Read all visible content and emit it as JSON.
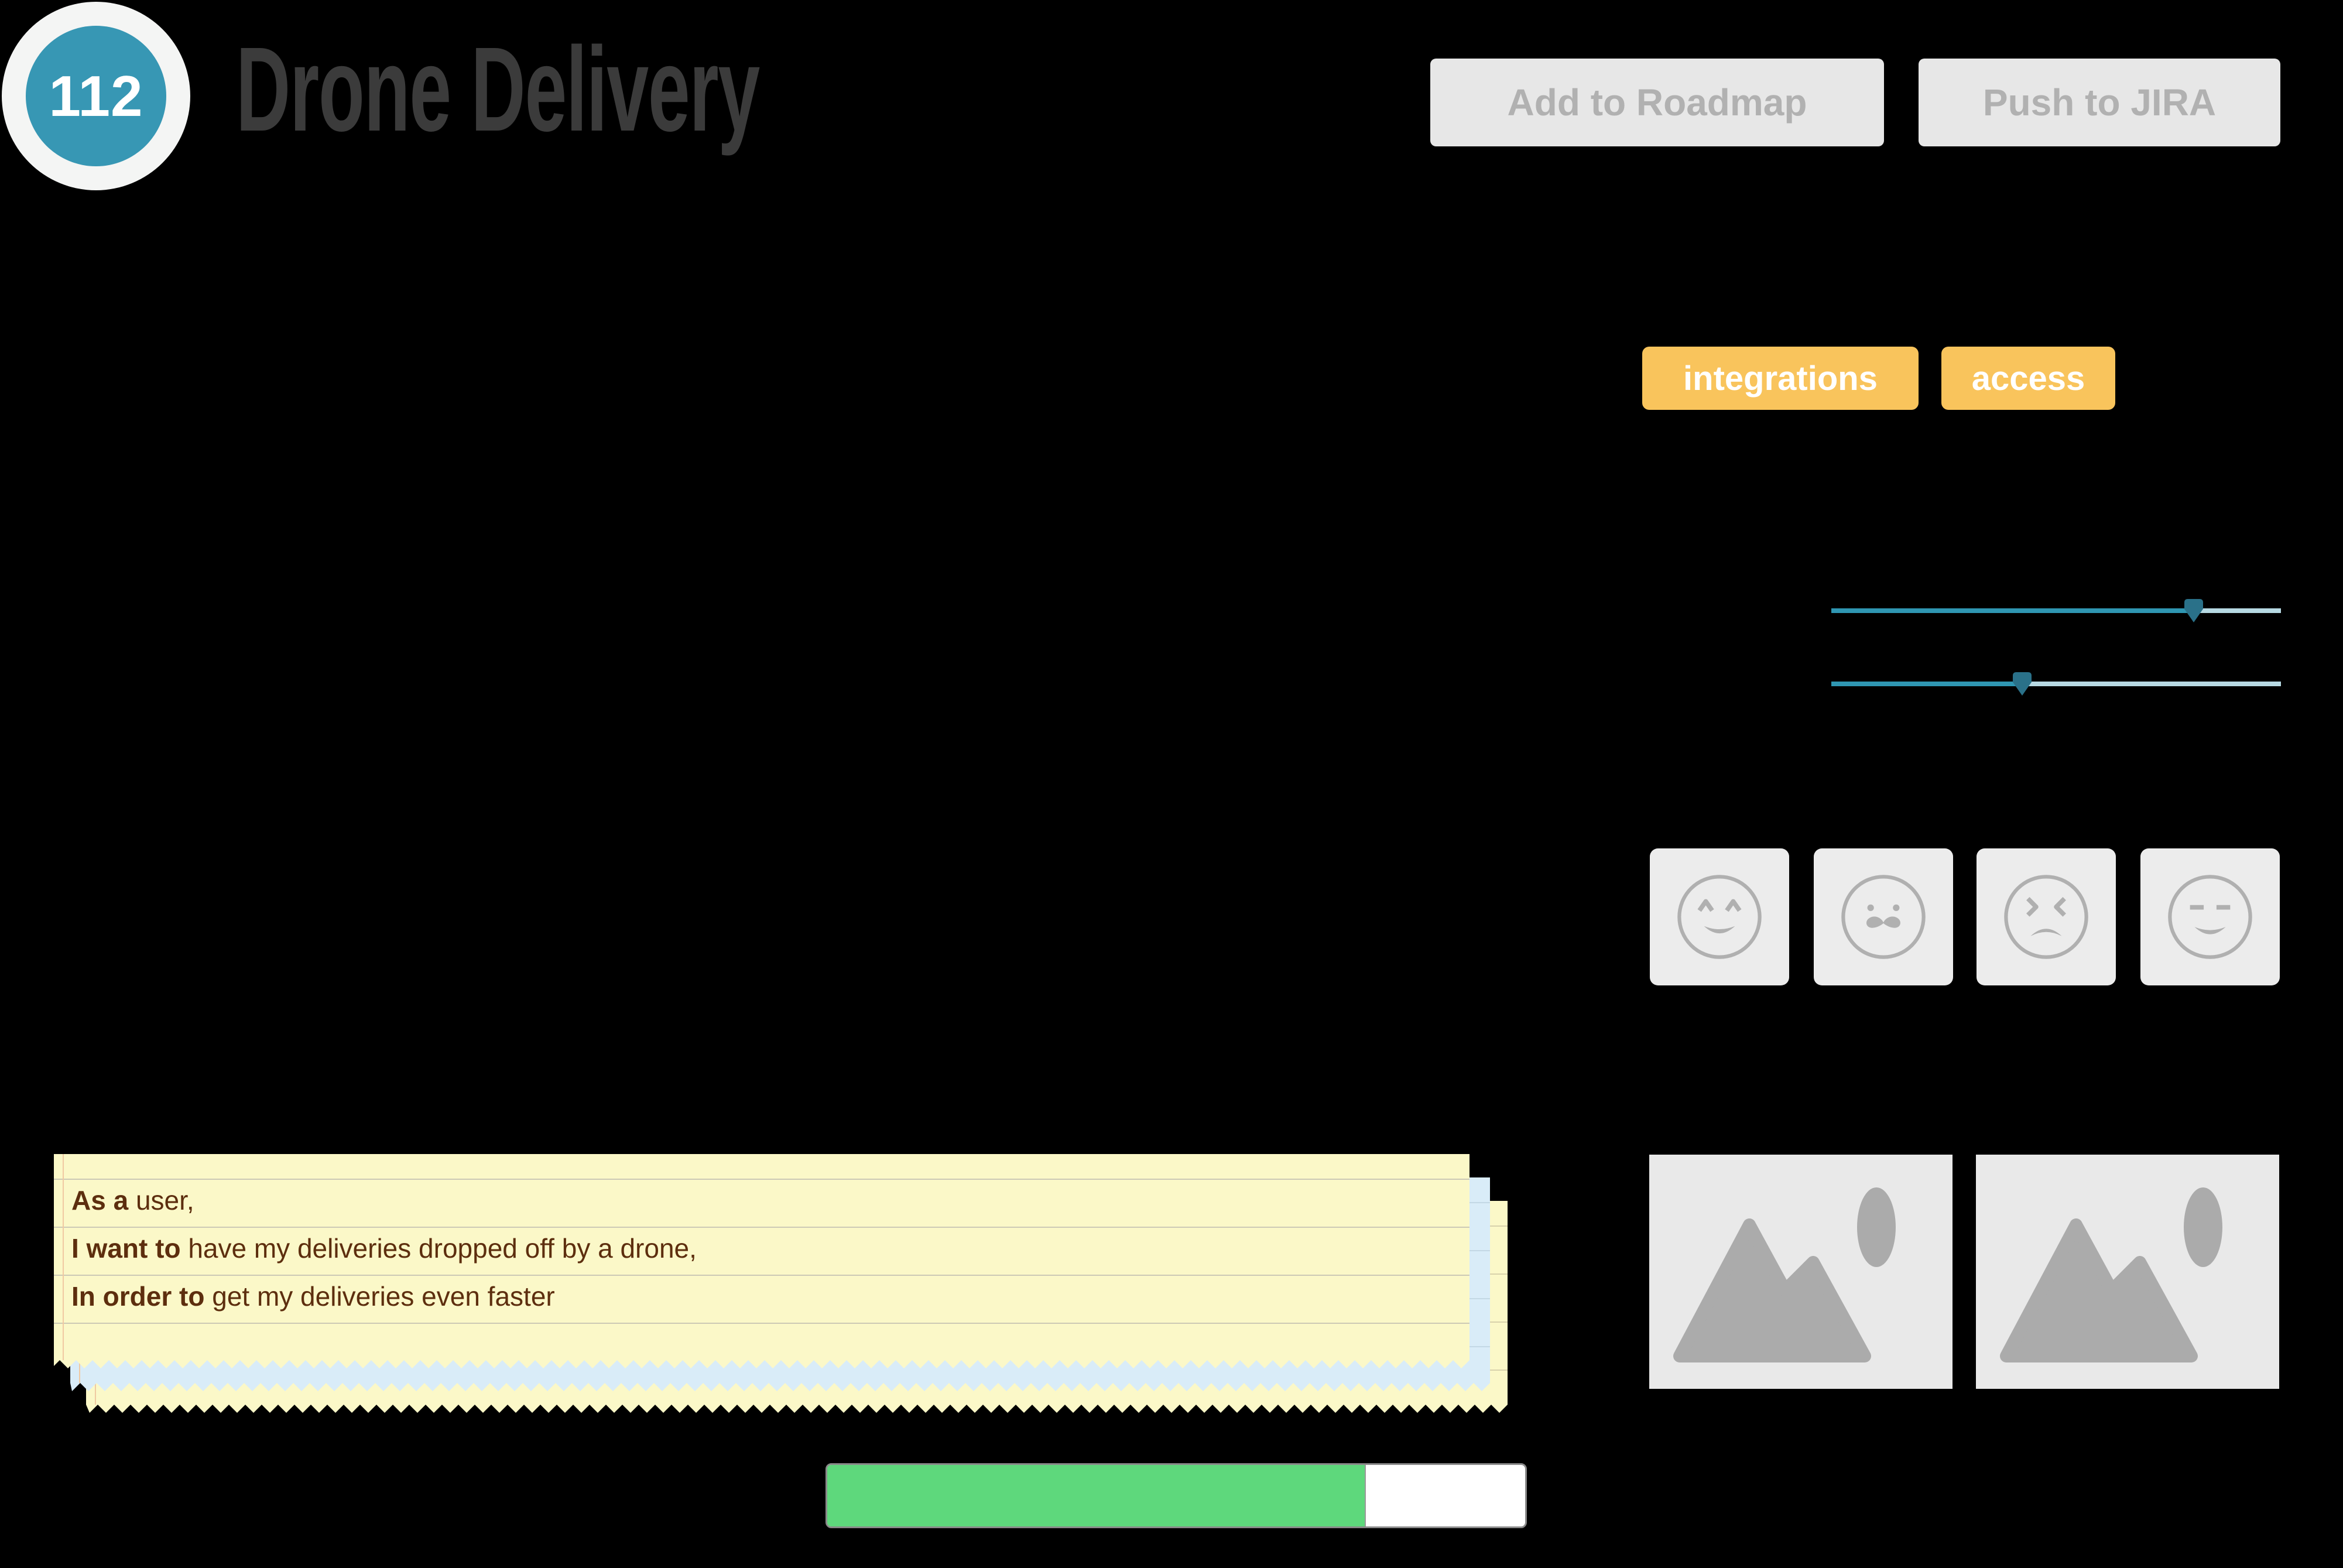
{
  "header": {
    "badge_number": "112",
    "title": "Drone Delivery",
    "buttons": [
      {
        "label": "Add to Roadmap"
      },
      {
        "label": "Push to JIRA"
      }
    ]
  },
  "tags": [
    {
      "label": "integrations"
    },
    {
      "label": "access"
    }
  ],
  "sliders": [
    {
      "name": "slider-high",
      "value_pct": 80.6
    },
    {
      "name": "slider-low",
      "value_pct": 42.4
    }
  ],
  "reactions": [
    {
      "icon": "happy-face-icon"
    },
    {
      "icon": "mustache-face-icon"
    },
    {
      "icon": "sad-x-eyes-face-icon"
    },
    {
      "icon": "relieved-face-icon"
    }
  ],
  "images": [
    {
      "icon": "image-placeholder-icon"
    },
    {
      "icon": "image-placeholder-icon"
    }
  ],
  "note": {
    "lines": [
      {
        "bold": "As a",
        "rest": " user,"
      },
      {
        "bold": "I want to",
        "rest": " have my deliveries dropped off by a drone,"
      },
      {
        "bold": "In order to",
        "rest": " get my deliveries even faster"
      }
    ]
  },
  "progress": {
    "value_pct": 77
  },
  "colors": {
    "badge_teal": "#3797b4",
    "tag_orange": "#f9c45c",
    "slider_fill": "#2f96b2",
    "slider_track": "#b7d9e3",
    "slider_handle": "#2a7189",
    "progress_green": "#5ed87c",
    "note_yellow": "#fbf8c8",
    "note_blue": "#d9ecf8",
    "note_text_brown": "#5d2e0e"
  }
}
